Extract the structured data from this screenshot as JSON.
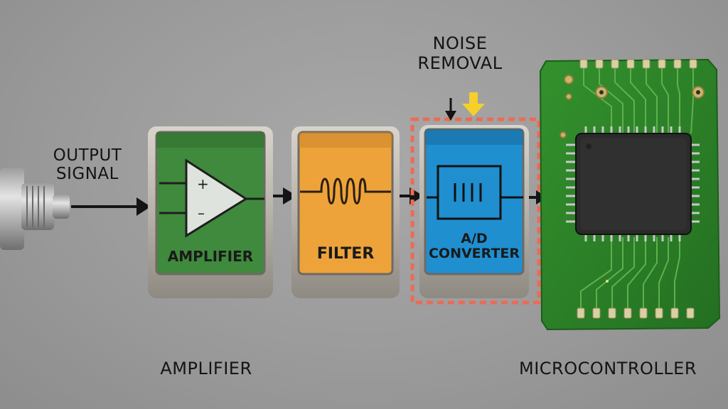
{
  "labels": {
    "output_signal": [
      "OUTPUT",
      "SIGNAL"
    ],
    "noise_removal": [
      "NOISE",
      "REMOVAL"
    ],
    "bottom_left": "AMPLIFIER",
    "bottom_right": "MICROCONTROLLER"
  },
  "stages": [
    {
      "id": "amplifier",
      "label": "AMPLIFIER",
      "color": "#3f8a3c"
    },
    {
      "id": "filter",
      "label": "FILTER",
      "color": "#eea33a"
    },
    {
      "id": "converter",
      "label_lines": [
        "A/D",
        "CONVERTER"
      ],
      "color": "#1f8fd0"
    }
  ],
  "colors": {
    "highlight_dash": "#ee6a55",
    "noise_arrow": "#f6cf2a",
    "pcb": "#2e8a2a",
    "chip": "#2a2a2a",
    "metal": "#b9b4ab"
  },
  "icons": {
    "opamp": "op-amp-triangle-icon",
    "filter": "coil-waveform-icon",
    "adc": "adc-bars-icon"
  }
}
